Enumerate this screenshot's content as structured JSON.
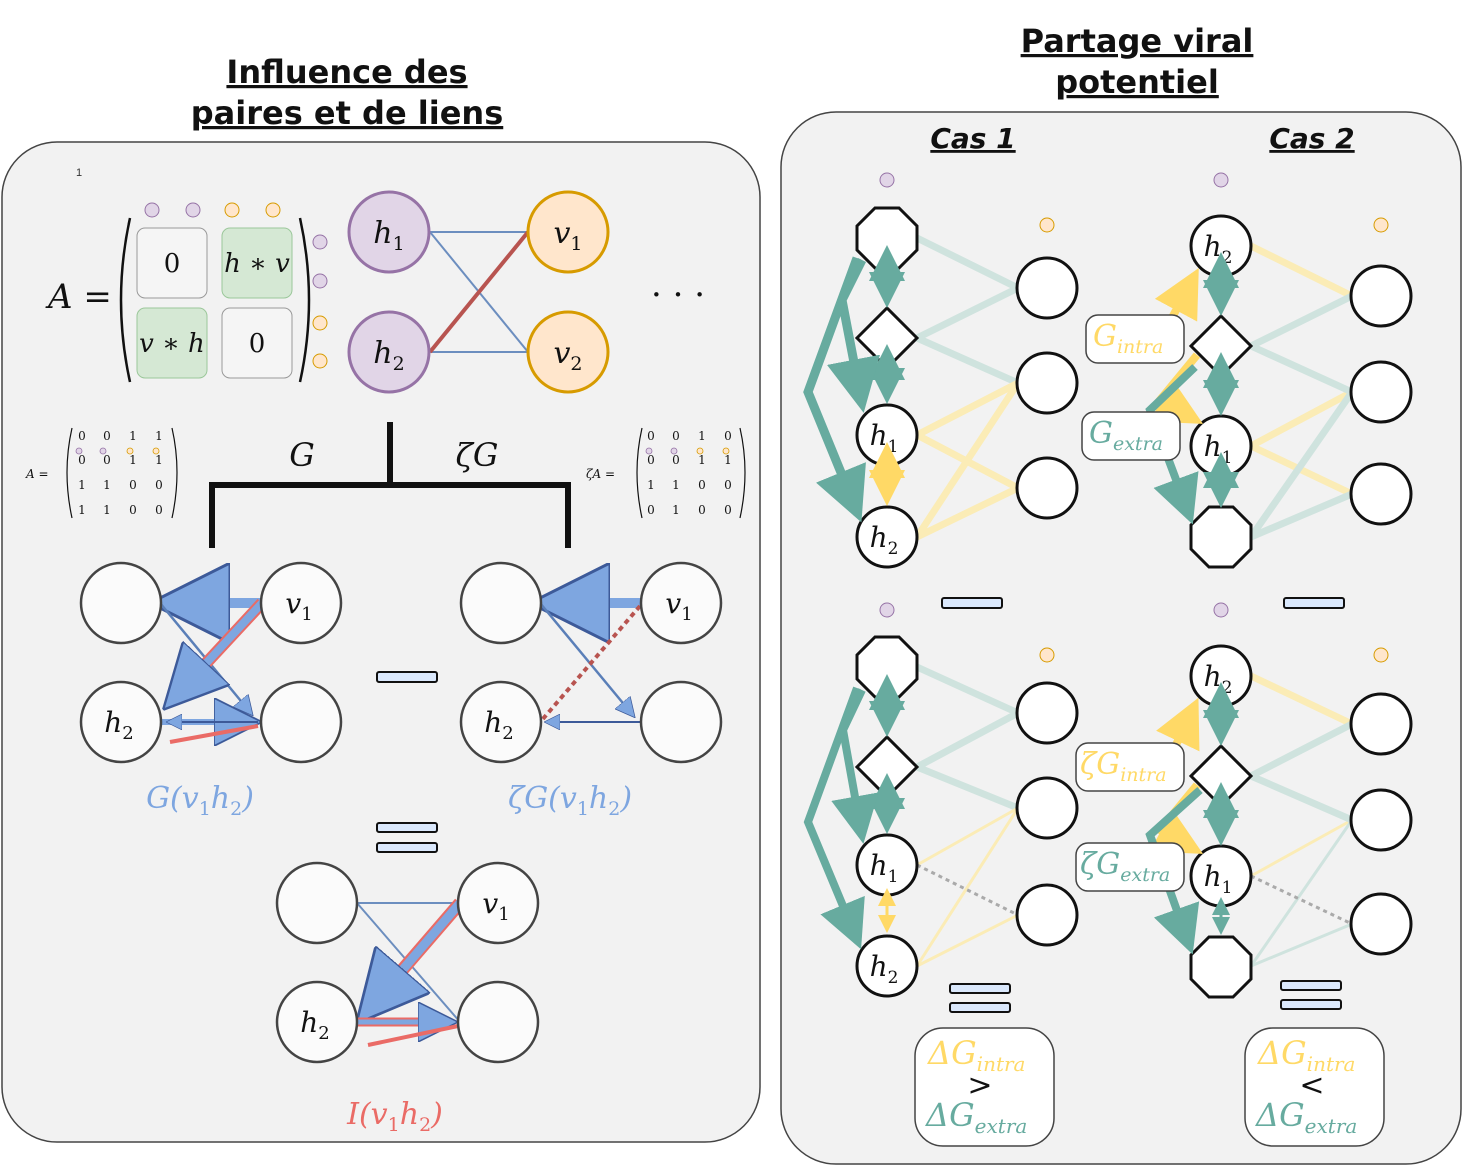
{
  "left": {
    "title_line1": "Influence des",
    "title_line2": "paires et de liens",
    "page_mark": "1",
    "matrix_label": "A =",
    "matrix_cells": [
      "0",
      "h ∗ v",
      "v ∗ h",
      "0"
    ],
    "bipartite_nodes": [
      "h1",
      "h2",
      "v1",
      "v2"
    ],
    "ellipsis": "· · ·",
    "branch_left": "G",
    "branch_right": "ζG",
    "small_matrix_left_label": "A =",
    "small_matrix_left": [
      [
        "0",
        "0",
        "1",
        "1"
      ],
      [
        "0",
        "0",
        "1",
        "1"
      ],
      [
        "1",
        "1",
        "0",
        "0"
      ],
      [
        "1",
        "1",
        "0",
        "0"
      ]
    ],
    "small_matrix_right_label": "ζA =",
    "small_matrix_right": [
      [
        "0",
        "0",
        "1",
        "0"
      ],
      [
        "0",
        "0",
        "1",
        "1"
      ],
      [
        "1",
        "1",
        "0",
        "0"
      ],
      [
        "0",
        "1",
        "0",
        "0"
      ]
    ],
    "graph_node_v1": "v1",
    "graph_node_h2": "h2",
    "label_G": "G(v1h2)",
    "label_zetaG": "ζG(v1h2)",
    "label_I": "I(v1h2)"
  },
  "right": {
    "title_line1": "Partage viral",
    "title_line2": "potentiel",
    "case1": "Cas 1",
    "case2": "Cas 2",
    "node_h1": "h1",
    "node_h2": "h2",
    "G_intra": "G intra",
    "G_extra": "G extra",
    "zG_intra": "ζG intra",
    "zG_extra": "ζG extra",
    "result1": {
      "top": "ΔG intra",
      "op": ">",
      "bottom": "ΔG extra"
    },
    "result2": {
      "top": "ΔG intra",
      "op": "<",
      "bottom": "ΔG extra"
    }
  },
  "colors": {
    "purple": "#e1d5e7",
    "purple_stroke": "#9673a6",
    "orange": "#ffe6cc",
    "orange_stroke": "#d79b00",
    "blue": "#7ea6e0",
    "red": "#ea6b66",
    "teal": "#67ab9f",
    "yellow": "#ffd966"
  }
}
